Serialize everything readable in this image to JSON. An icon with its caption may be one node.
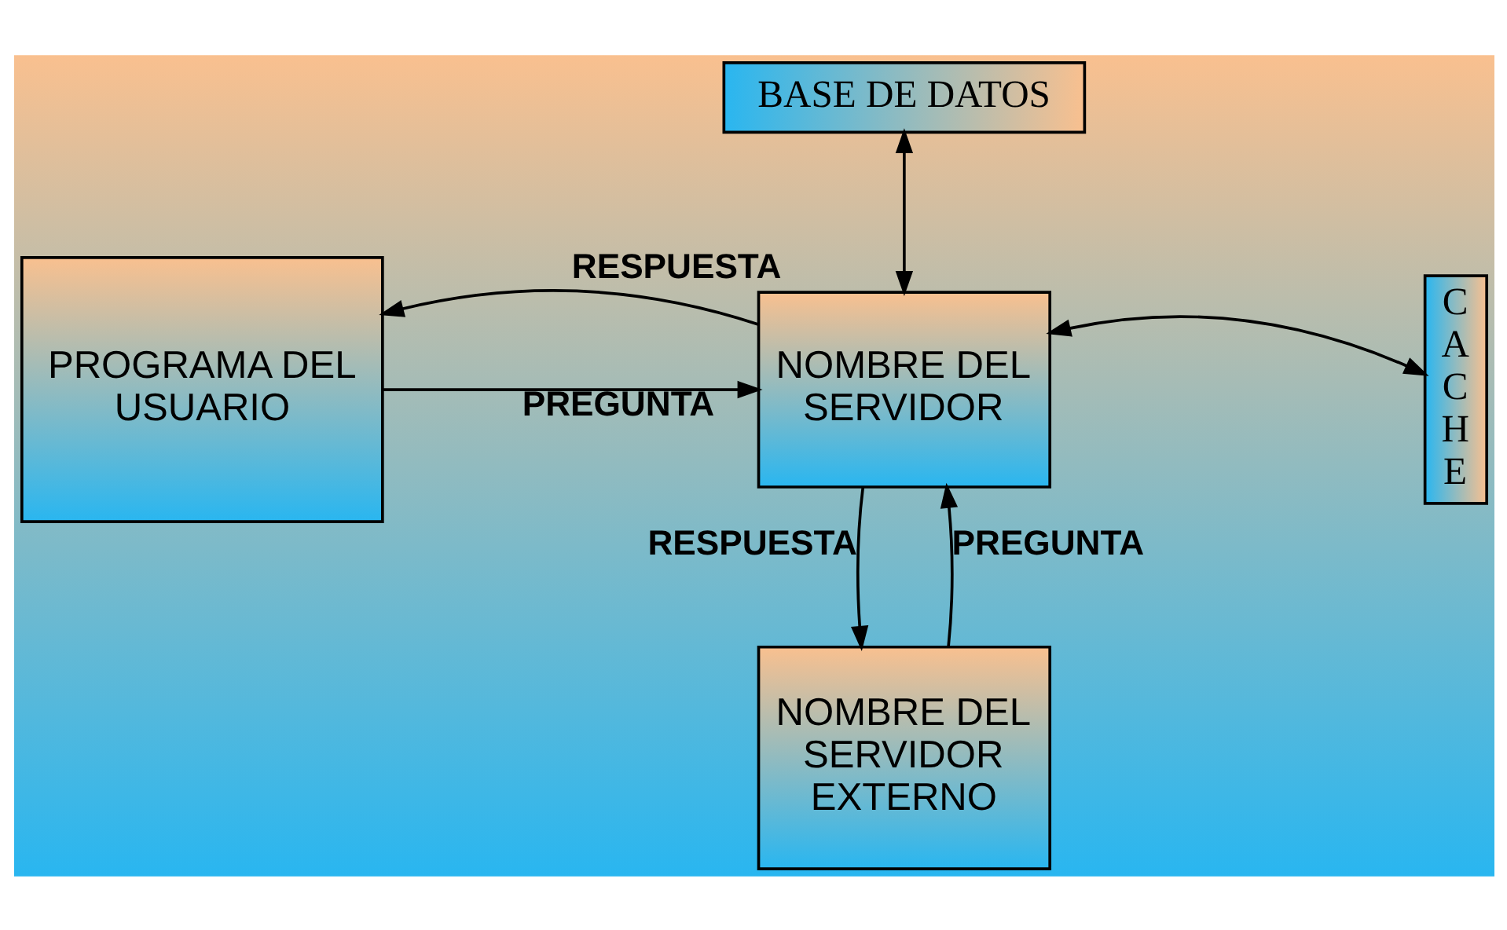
{
  "diagram": {
    "nodes": [
      {
        "text": [
          "BASE DE DATOS"
        ]
      },
      {
        "text": [
          "PROGRAMA DEL USUARIO"
        ]
      },
      {
        "text": [
          "NOMBRE DEL SERVIDOR"
        ]
      },
      {
        "text": [
          "CACHE"
        ]
      },
      {
        "text": [
          "NOMBRE DEL SERVIDOR EXTERNO"
        ]
      }
    ],
    "edges": [
      {
        "from": 0,
        "to": 2,
        "arrow": "both"
      },
      {
        "from": 1,
        "to": 2,
        "arrow": "to",
        "label": "PREGUNTA"
      },
      {
        "from": 2,
        "to": 1,
        "arrow": "to",
        "label": "RESPUESTA"
      },
      {
        "from": 2,
        "to": 3,
        "arrow": "both"
      },
      {
        "from": 4,
        "to": 2,
        "arrow": "to",
        "label": "PREGUNTA"
      },
      {
        "from": 2,
        "to": 4,
        "arrow": "to",
        "label": "RESPUESTA"
      }
    ]
  }
}
